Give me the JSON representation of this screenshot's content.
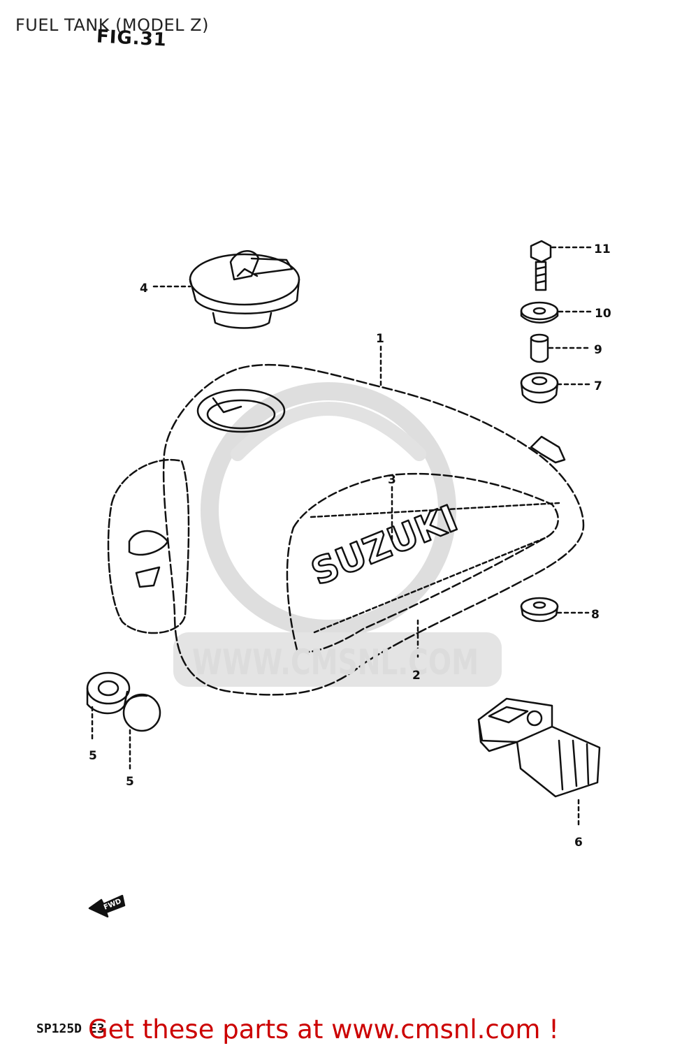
{
  "page": {
    "title": "FUEL TANK (MODEL Z)",
    "figure_label": "FIG.31",
    "model_code": "SP125D E3",
    "banner": "Get these parts at www.cmsnl.com !",
    "watermark": "WWW.CMSNL.COM"
  },
  "diagram": {
    "tank_logo": "SUZUKI",
    "fwd_arrow_label": "FWD",
    "callouts": [
      {
        "num": "1",
        "part": "fuel tank"
      },
      {
        "num": "2",
        "part": "tank emblem stripe"
      },
      {
        "num": "3",
        "part": "SUZUKI emblem"
      },
      {
        "num": "4",
        "part": "fuel cap"
      },
      {
        "num": "5",
        "part": "cushion"
      },
      {
        "num": "5",
        "part": "cushion"
      },
      {
        "num": "6",
        "part": "rear mounting cushion"
      },
      {
        "num": "7",
        "part": "cushion"
      },
      {
        "num": "8",
        "part": "cushion"
      },
      {
        "num": "9",
        "part": "spacer"
      },
      {
        "num": "10",
        "part": "washer"
      },
      {
        "num": "11",
        "part": "bolt"
      }
    ]
  },
  "colors": {
    "line": "#111111",
    "banner": "#cc0000",
    "watermark": "#dcdcdc"
  }
}
